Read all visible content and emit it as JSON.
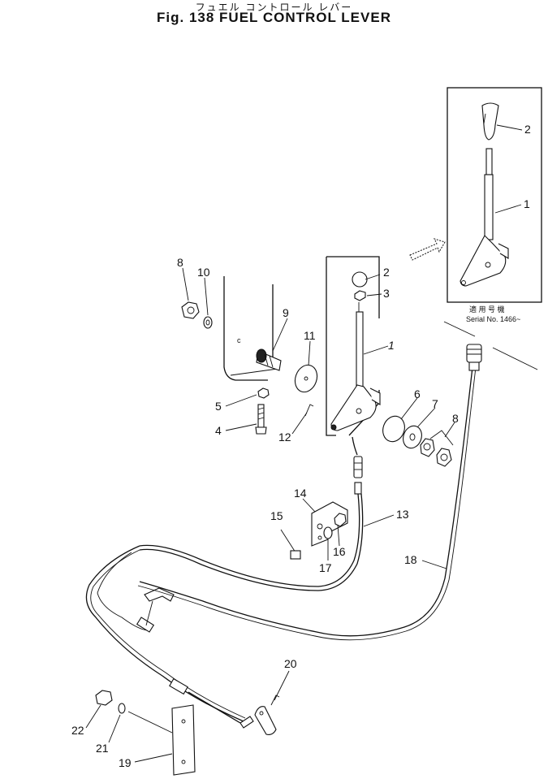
{
  "header": {
    "title_jp": "フュエル コントロール レバー",
    "title_en": "Fig. 138  FUEL CONTROL LEVER"
  },
  "inset": {
    "serial_jp": "適 用 号 機",
    "serial_en": "Serial  No. 1466~"
  },
  "callouts": [
    {
      "id": "c2a",
      "text": "2"
    },
    {
      "id": "c1a",
      "text": "1"
    },
    {
      "id": "c2b",
      "text": "2"
    },
    {
      "id": "c3",
      "text": "3"
    },
    {
      "id": "c8a",
      "text": "8"
    },
    {
      "id": "c10",
      "text": "10"
    },
    {
      "id": "c9",
      "text": "9"
    },
    {
      "id": "c11",
      "text": "11"
    },
    {
      "id": "c1b",
      "text": "1"
    },
    {
      "id": "c5",
      "text": "5"
    },
    {
      "id": "c4",
      "text": "4"
    },
    {
      "id": "c12",
      "text": "12"
    },
    {
      "id": "c6",
      "text": "6"
    },
    {
      "id": "c7",
      "text": "7"
    },
    {
      "id": "c8b",
      "text": "8"
    },
    {
      "id": "c14",
      "text": "14"
    },
    {
      "id": "c15",
      "text": "15"
    },
    {
      "id": "c13",
      "text": "13"
    },
    {
      "id": "c16",
      "text": "16"
    },
    {
      "id": "c17",
      "text": "17"
    },
    {
      "id": "c18",
      "text": "18"
    },
    {
      "id": "c20",
      "text": "20"
    },
    {
      "id": "c22",
      "text": "22"
    },
    {
      "id": "c21",
      "text": "21"
    },
    {
      "id": "c19",
      "text": "19"
    }
  ]
}
